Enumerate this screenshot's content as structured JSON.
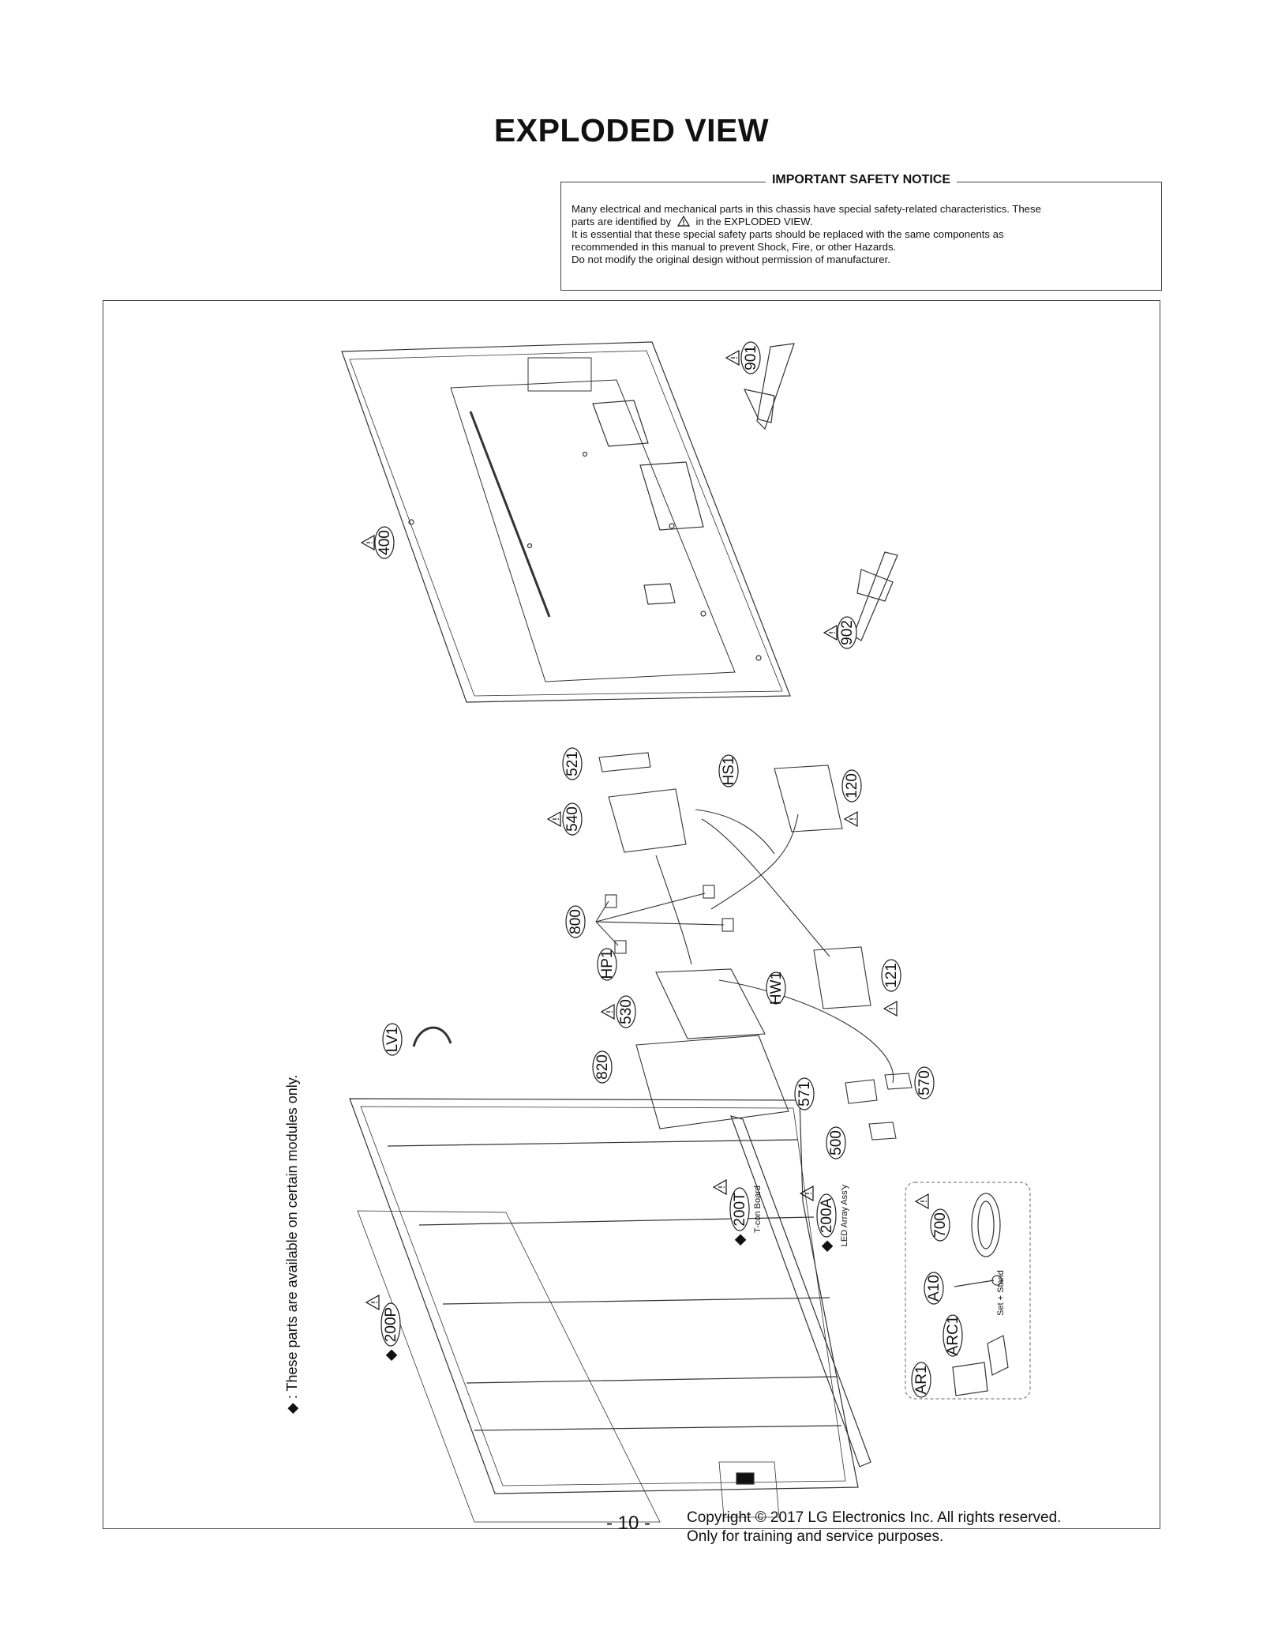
{
  "page_title": "EXPLODED VIEW",
  "notice": {
    "title": "IMPORTANT SAFETY NOTICE",
    "line1": "Many electrical and mechanical parts in this chassis have special safety-related characteristics. These",
    "line2_pre": "parts are identified by",
    "line2_post": "in the EXPLODED VIEW.",
    "line3": "It is essential that these special safety parts should be replaced with the same components as",
    "line4": "recommended in this manual to prevent Shock, Fire, or other Hazards.",
    "line5": "Do not modify the original design without permission of manufacturer."
  },
  "side_note": "◆ : These parts are available on certain modules only.",
  "parts": {
    "p400": "400",
    "p901": "901",
    "p902": "902",
    "p521": "521",
    "pHS1": "HS1",
    "p120": "120",
    "p540": "540",
    "p800": "800",
    "pHP1": "HP1",
    "p530": "530",
    "pHW1": "HW1",
    "p121": "121",
    "pLV1": "LV1",
    "p820": "820",
    "p571": "571",
    "p570": "570",
    "p500": "500",
    "p200T": "200T",
    "p200A": "200A",
    "p200P": "200P",
    "p700": "700",
    "pA10": "A10",
    "pARC1": "ARC1",
    "pAR1": "AR1"
  },
  "annotations": {
    "tcon": "T-con Board",
    "led": "LED Array Ass'y",
    "set_stand": "Set + Stand"
  },
  "footer": {
    "page_number": "- 10 -",
    "copyright": "Copyright © 2017 LG Electronics Inc. All rights reserved.",
    "training": "Only for training and service purposes."
  }
}
